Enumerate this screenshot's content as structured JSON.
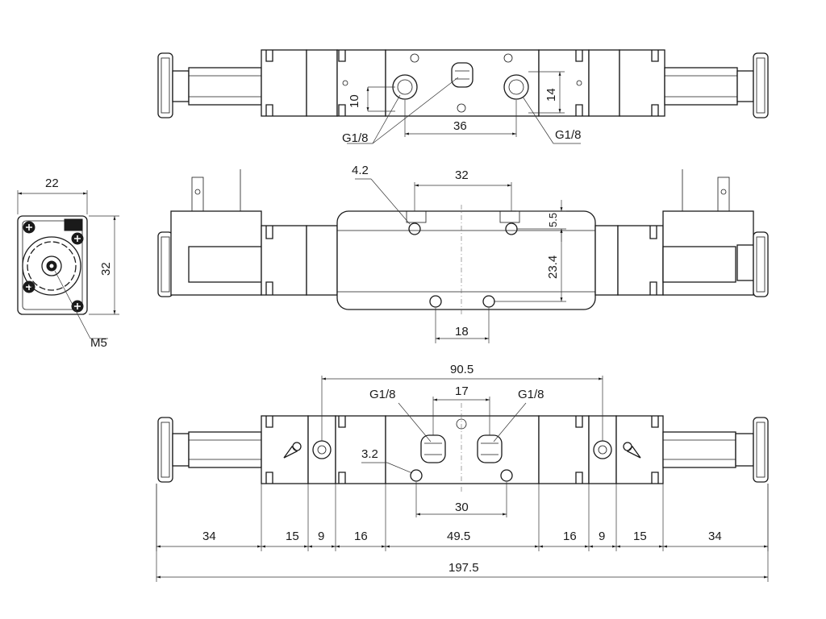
{
  "drawing": {
    "top_view": {
      "dim_10": "10",
      "dim_14": "14",
      "dim_36": "36",
      "port_left": "G1/8",
      "port_right": "G1/8"
    },
    "end_view": {
      "dim_width": "22",
      "dim_height": "32",
      "thread": "M5"
    },
    "side_view": {
      "hole_dia": "4.2",
      "dim_32": "32",
      "dim_5_5": "5.5",
      "dim_23_4": "23.4",
      "dim_18": "18"
    },
    "bottom_view": {
      "dim_90_5": "90.5",
      "dim_17": "17",
      "port_left": "G1/8",
      "port_right": "G1/8",
      "hole_dia": "3.2",
      "dim_30": "30",
      "chain": [
        "34",
        "15",
        "9",
        "16",
        "49.5",
        "16",
        "9",
        "15",
        "34"
      ],
      "overall": "197.5"
    }
  }
}
